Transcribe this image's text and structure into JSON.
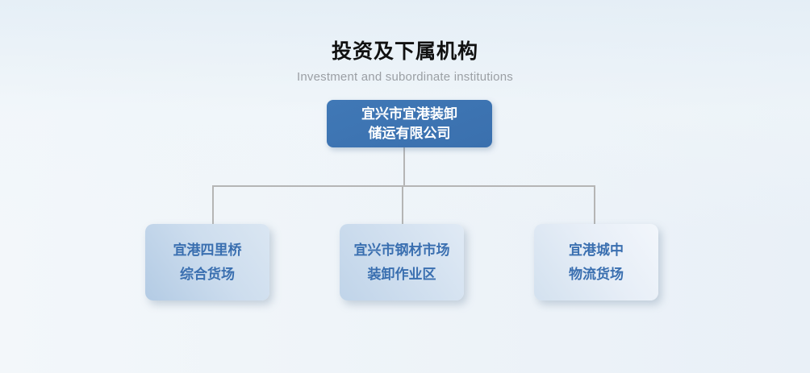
{
  "header": {
    "title": "投资及下属机构",
    "subtitle": "Investment and subordinate institutions"
  },
  "orgchart": {
    "root": {
      "line1": "宜兴市宜港装卸",
      "line2": "储运有限公司"
    },
    "children": [
      {
        "line1": "宜港四里桥",
        "line2": "综合货场"
      },
      {
        "line1": "宜兴市钢材市场",
        "line2": "装卸作业区"
      },
      {
        "line1": "宜港城中",
        "line2": "物流货场"
      }
    ]
  },
  "colors": {
    "root_node_bg": "#3b72b0",
    "root_node_text": "#ffffff",
    "child_node_bg_start": "#b3cbe4",
    "child_node_bg_end": "#f2f6fb",
    "child_node_text": "#3a6fb0",
    "connector_line": "#b5b5b5",
    "title_text": "#111111",
    "subtitle_text": "#9b9fa4",
    "page_bg_top": "#e7eff6",
    "page_bg_bottom": "#ffffff"
  }
}
